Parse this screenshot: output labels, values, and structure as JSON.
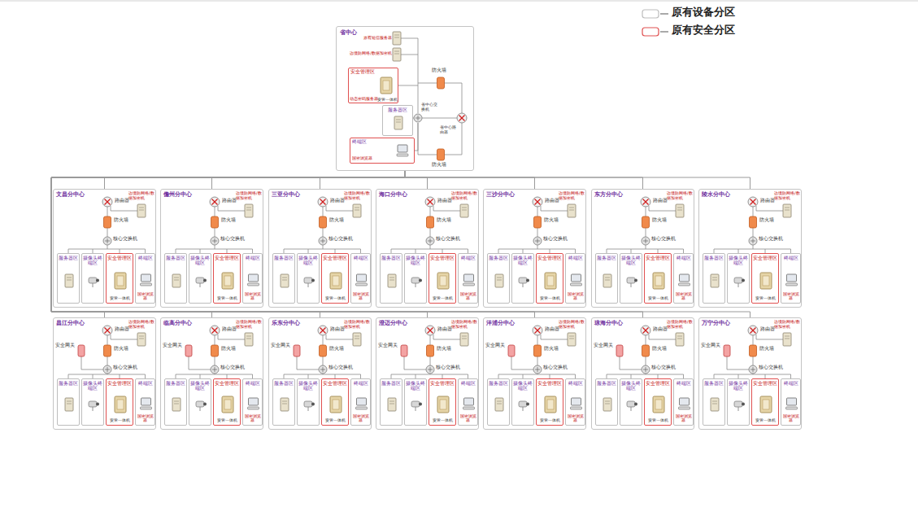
{
  "diagram": {
    "nodes": [
      {
        "text": [
          "省中心",
          "原有短信服务器",
          "边境防网络/数据加密机",
          "省中心交换机",
          "省中心路由器",
          "防火墙",
          "防火墙"
        ]
      },
      {
        "text": [
          "安全管理区",
          "动态密码服务器",
          "安管一体机"
        ],
        "in": 0
      },
      {
        "text": [
          "服务器区"
        ],
        "in": 0
      },
      {
        "text": [
          "终端区",
          "国密浏览器"
        ],
        "in": 0
      },
      {
        "text": [
          "文昌分中心",
          "路由器",
          "边境防网络/数据加密机",
          "防火墙",
          "核心交换机"
        ]
      },
      {
        "text": [
          "服务器区"
        ],
        "in": 4
      },
      {
        "text": [
          "摄像头终端区"
        ],
        "in": 4
      },
      {
        "text": [
          "安全管理区",
          "安管一体机"
        ],
        "in": 4
      },
      {
        "text": [
          "终端区",
          "国密浏览器"
        ],
        "in": 4
      },
      {
        "text": [
          "儋州分中心",
          "路由器",
          "边境防网络/数据加密机",
          "防火墙",
          "核心交换机"
        ]
      },
      {
        "text": [
          "服务器区"
        ],
        "in": 9
      },
      {
        "text": [
          "摄像头终端区"
        ],
        "in": 9
      },
      {
        "text": [
          "安全管理区",
          "安管一体机"
        ],
        "in": 9
      },
      {
        "text": [
          "终端区",
          "国密浏览器"
        ],
        "in": 9
      },
      {
        "text": [
          "三亚分中心",
          "路由器",
          "边境防网络/数据加密机",
          "防火墙",
          "核心交换机"
        ]
      },
      {
        "text": [
          "服务器区"
        ],
        "in": 14
      },
      {
        "text": [
          "摄像头终端区"
        ],
        "in": 14
      },
      {
        "text": [
          "安全管理区",
          "安管一体机"
        ],
        "in": 14
      },
      {
        "text": [
          "终端区",
          "国密浏览器"
        ],
        "in": 14
      },
      {
        "text": [
          "海口分中心",
          "路由器",
          "边境防网络/数据加密机",
          "防火墙",
          "核心交换机"
        ]
      },
      {
        "text": [
          "服务器区"
        ],
        "in": 19
      },
      {
        "text": [
          "摄像头终端区"
        ],
        "in": 19
      },
      {
        "text": [
          "安全管理区",
          "安管一体机"
        ],
        "in": 19
      },
      {
        "text": [
          "终端区",
          "国密浏览器"
        ],
        "in": 19
      },
      {
        "text": [
          "三沙分中心",
          "路由器",
          "边境防网络/数据加密机",
          "防火墙",
          "核心交换机"
        ]
      },
      {
        "text": [
          "服务器区"
        ],
        "in": 24
      },
      {
        "text": [
          "摄像头终端区"
        ],
        "in": 24
      },
      {
        "text": [
          "安全管理区",
          "安管一体机"
        ],
        "in": 24
      },
      {
        "text": [
          "终端区",
          "国密浏览器"
        ],
        "in": 24
      },
      {
        "text": [
          "东方分中心",
          "路由器",
          "边境防网络/数据加密机",
          "防火墙",
          "核心交换机"
        ]
      },
      {
        "text": [
          "服务器区"
        ],
        "in": 29
      },
      {
        "text": [
          "摄像头终端区"
        ],
        "in": 29
      },
      {
        "text": [
          "安全管理区",
          "安管一体机"
        ],
        "in": 29
      },
      {
        "text": [
          "终端区",
          "国密浏览器"
        ],
        "in": 29
      },
      {
        "text": [
          "陵水分中心",
          "路由器",
          "边境防网络/数据加密机",
          "防火墙",
          "核心交换机"
        ]
      },
      {
        "text": [
          "服务器区"
        ],
        "in": 34
      },
      {
        "text": [
          "摄像头终端区"
        ],
        "in": 34
      },
      {
        "text": [
          "安全管理区",
          "安管一体机"
        ],
        "in": 34
      },
      {
        "text": [
          "终端区",
          "国密浏览器"
        ],
        "in": 34
      },
      {
        "text": [
          "昌江分中心",
          "路由器",
          "边境防网络/数据加密机",
          "防火墙",
          "核心交换机",
          "安全网关"
        ]
      },
      {
        "text": [
          "服务器区"
        ],
        "in": 39
      },
      {
        "text": [
          "摄像头终端区"
        ],
        "in": 39
      },
      {
        "text": [
          "安全管理区",
          "安管一体机"
        ],
        "in": 39
      },
      {
        "text": [
          "终端区",
          "国密浏览器"
        ],
        "in": 39
      },
      {
        "text": [
          "临高分中心",
          "路由器",
          "边境防网络/数据加密机",
          "防火墙",
          "核心交换机",
          "安全网关"
        ]
      },
      {
        "text": [
          "服务器区"
        ],
        "in": 44
      },
      {
        "text": [
          "摄像头终端区"
        ],
        "in": 44
      },
      {
        "text": [
          "安全管理区",
          "安管一体机"
        ],
        "in": 44
      },
      {
        "text": [
          "终端区",
          "国密浏览器"
        ],
        "in": 44
      },
      {
        "text": [
          "乐东分中心",
          "路由器",
          "边境防网络/数据加密机",
          "防火墙",
          "核心交换机",
          "安全网关"
        ]
      },
      {
        "text": [
          "服务器区"
        ],
        "in": 49
      },
      {
        "text": [
          "摄像头终端区"
        ],
        "in": 49
      },
      {
        "text": [
          "安全管理区",
          "安管一体机"
        ],
        "in": 49
      },
      {
        "text": [
          "终端区",
          "国密浏览器"
        ],
        "in": 49
      },
      {
        "text": [
          "澄迈分中心",
          "路由器",
          "边境防网络/数据加密机",
          "防火墙",
          "核心交换机",
          "安全网关"
        ]
      },
      {
        "text": [
          "服务器区"
        ],
        "in": 54
      },
      {
        "text": [
          "摄像头终端区"
        ],
        "in": 54
      },
      {
        "text": [
          "安全管理区",
          "安管一体机"
        ],
        "in": 54
      },
      {
        "text": [
          "终端区",
          "国密浏览器"
        ],
        "in": 54
      },
      {
        "text": [
          "洋浦分中心",
          "路由器",
          "边境防网络/数据加密机",
          "防火墙",
          "核心交换机",
          "安全网关"
        ]
      },
      {
        "text": [
          "服务器区"
        ],
        "in": 59
      },
      {
        "text": [
          "摄像头终端区"
        ],
        "in": 59
      },
      {
        "text": [
          "安全管理区",
          "安管一体机"
        ],
        "in": 59
      },
      {
        "text": [
          "终端区",
          "国密浏览器"
        ],
        "in": 59
      },
      {
        "text": [
          "琼海分中心",
          "路由器",
          "边境防网络/数据加密机",
          "防火墙",
          "核心交换机",
          "安全网关"
        ]
      },
      {
        "text": [
          "服务器区"
        ],
        "in": 64
      },
      {
        "text": [
          "摄像头终端区"
        ],
        "in": 64
      },
      {
        "text": [
          "安全管理区",
          "安管一体机"
        ],
        "in": 64
      },
      {
        "text": [
          "终端区",
          "国密浏览器"
        ],
        "in": 64
      },
      {
        "text": [
          "万宁分中心",
          "路由器",
          "边境防网络/数据加密机",
          "防火墙",
          "核心交换机",
          "安全网关"
        ]
      },
      {
        "text": [
          "服务器区"
        ],
        "in": 69
      },
      {
        "text": [
          "摄像头终端区"
        ],
        "in": 69
      },
      {
        "text": [
          "安全管理区",
          "安管一体机"
        ],
        "in": 69
      },
      {
        "text": [
          "终端区",
          "国密浏览器"
        ],
        "in": 69
      }
    ],
    "edges": [
      {
        "from": 0,
        "to": 4,
        "arrow": "none"
      },
      {
        "from": 0,
        "to": 9,
        "arrow": "none"
      },
      {
        "from": 0,
        "to": 14,
        "arrow": "none"
      },
      {
        "from": 0,
        "to": 19,
        "arrow": "none"
      },
      {
        "from": 0,
        "to": 24,
        "arrow": "none"
      },
      {
        "from": 0,
        "to": 29,
        "arrow": "none"
      },
      {
        "from": 0,
        "to": 34,
        "arrow": "none"
      },
      {
        "from": 0,
        "to": 39,
        "arrow": "none"
      },
      {
        "from": 0,
        "to": 44,
        "arrow": "none"
      },
      {
        "from": 0,
        "to": 49,
        "arrow": "none"
      },
      {
        "from": 0,
        "to": 54,
        "arrow": "none"
      },
      {
        "from": 0,
        "to": 59,
        "arrow": "none"
      },
      {
        "from": 0,
        "to": 64,
        "arrow": "none"
      },
      {
        "from": 0,
        "to": 69,
        "arrow": "none"
      }
    ],
    "legend": [
      {
        "text": "原有设备分区"
      },
      {
        "text": "原有安全分区"
      }
    ]
  }
}
